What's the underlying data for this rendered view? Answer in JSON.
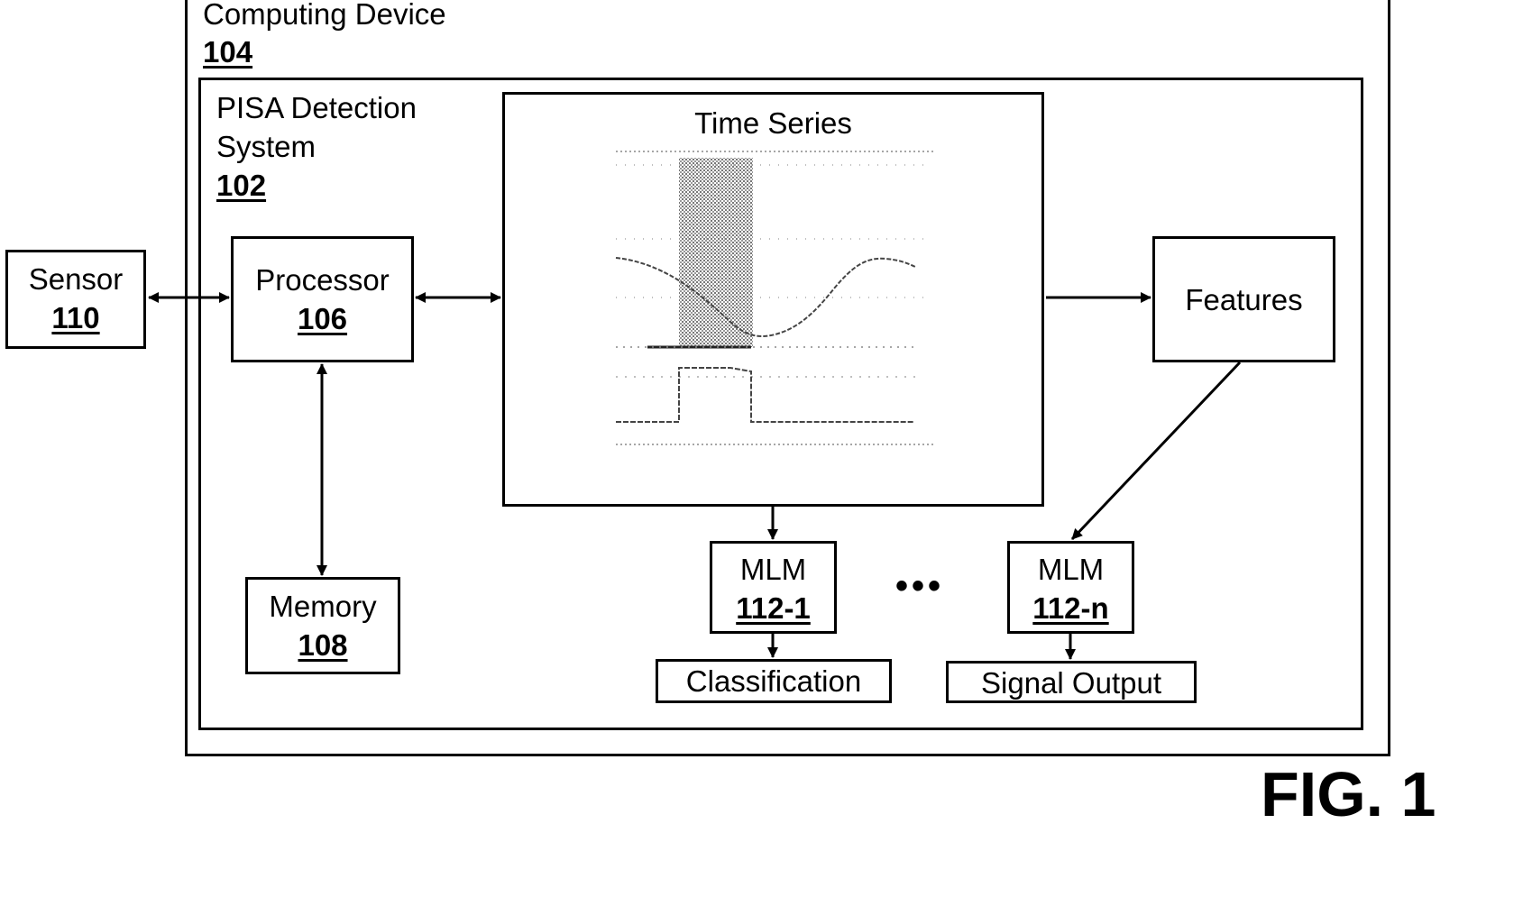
{
  "computing_device": {
    "label": "Computing Device",
    "ref": "104"
  },
  "pisa_system": {
    "label_line1": "PISA Detection",
    "label_line2": "System",
    "ref": "102"
  },
  "sensor": {
    "label": "Sensor",
    "ref": "110"
  },
  "processor": {
    "label": "Processor",
    "ref": "106"
  },
  "memory": {
    "label": "Memory",
    "ref": "108"
  },
  "time_series": {
    "label": "Time Series"
  },
  "features": {
    "label": "Features"
  },
  "mlm_1": {
    "label": "MLM",
    "ref": "112-1"
  },
  "mlm_n": {
    "label": "MLM",
    "ref": "112-n"
  },
  "ellipsis": "•••",
  "classification": {
    "label": "Classification"
  },
  "signal_output": {
    "label": "Signal Output"
  },
  "figure_label": "FIG. 1"
}
